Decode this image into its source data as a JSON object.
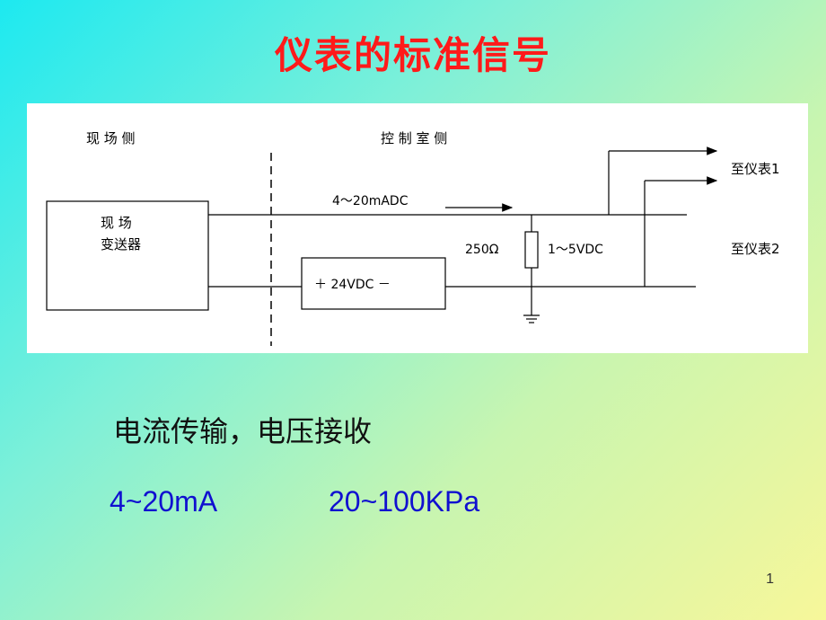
{
  "slide": {
    "title": "仪表的标准信号",
    "page_number": "1"
  },
  "diagram": {
    "field_side_label": "现 场 侧",
    "control_side_label": "控 制 室 侧",
    "transmitter_line1": "现  场",
    "transmitter_line2": "变送器",
    "current_label": "4～20mADC",
    "power_supply_label": "＋ 24VDC －",
    "resistor_label": "250Ω",
    "voltage_label": "1～5VDC",
    "output1_label": "至仪表1",
    "output2_label": "至仪表2"
  },
  "content": {
    "subtitle": "电流传输，电压接收",
    "range_current": "4~20mA",
    "range_pressure": "20~100KPa"
  },
  "colors": {
    "title": "#ff1a1a",
    "range_text": "#1010d0"
  }
}
